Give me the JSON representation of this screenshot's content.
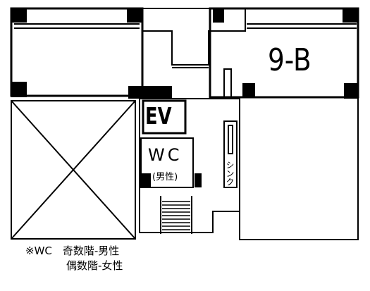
{
  "plan": {
    "unit_label": "9-B",
    "elevator_label": "EV",
    "restroom_label": "WC",
    "restroom_sub_label": "(男性)",
    "sink_label": "シンク",
    "note_line_1": "※WC　奇数階-男性",
    "note_line_2": "偶数階-女性"
  },
  "colors": {
    "line": "#000000",
    "background": "#ffffff"
  }
}
